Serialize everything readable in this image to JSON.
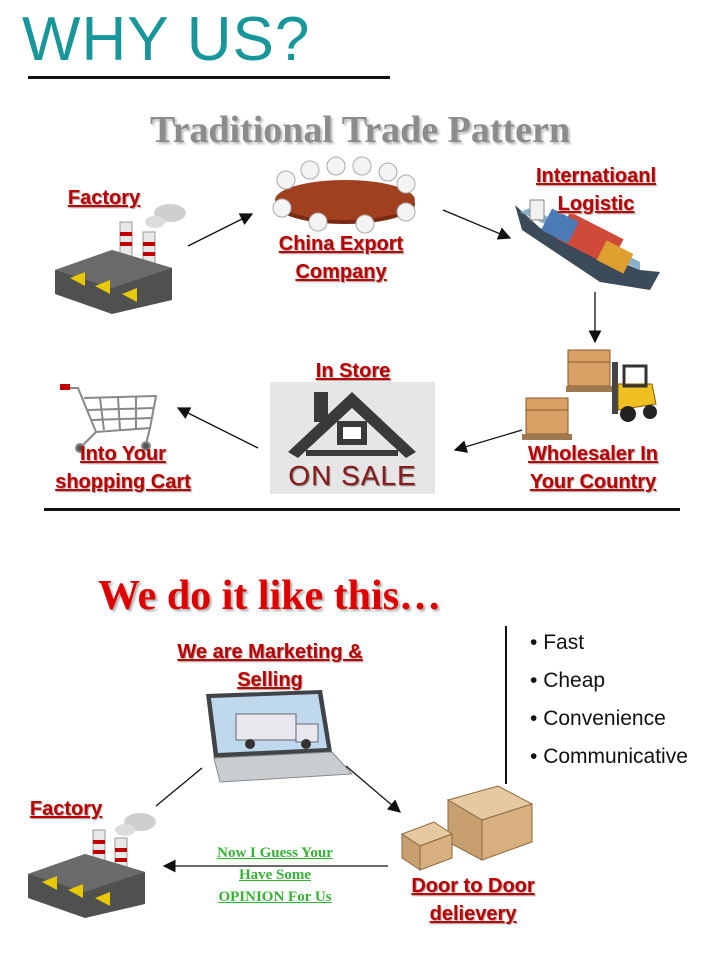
{
  "title": "WHY US?",
  "subtitle": "Traditional Trade Pattern",
  "traditional": {
    "factory": "Factory",
    "china_export": [
      "China Export",
      "Company"
    ],
    "logistic": [
      "Internatioanl",
      "Logistic"
    ],
    "in_store": "In Store",
    "on_sale": "ON SALE",
    "wholesaler": [
      "Wholesaler In",
      "Your Country"
    ],
    "cart": [
      "Into Your",
      "shopping Cart"
    ]
  },
  "slogan": "We do it like this…",
  "new_pattern": {
    "marketing": [
      "We are Marketing &",
      "Selling"
    ],
    "factory": "Factory",
    "door": [
      "Door to Door",
      "delievery"
    ],
    "opinion": [
      "Now I Guess Your",
      "Have Some",
      "OPINION For Us"
    ]
  },
  "benefits": [
    "Fast",
    "Cheap",
    "Convenience",
    "Communicative"
  ],
  "colors": {
    "title": "#17979a",
    "label": "#c00000",
    "slogan": "#e00000",
    "opinion": "#33b533",
    "subtitle": "#8c8c8c"
  }
}
